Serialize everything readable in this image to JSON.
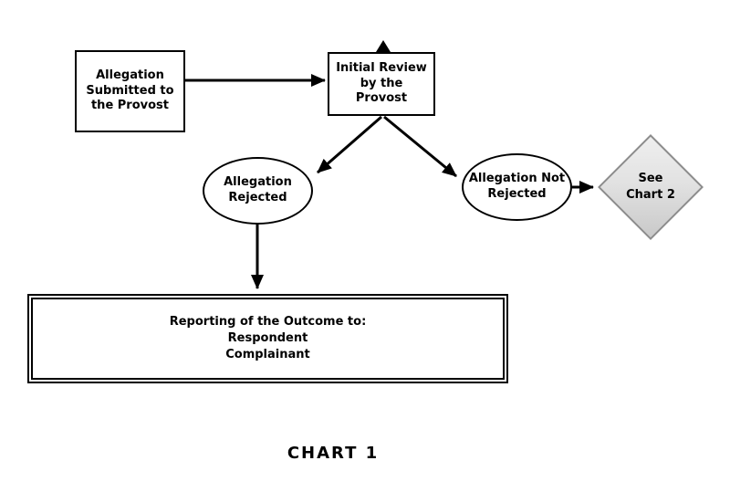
{
  "diagram": {
    "caption": "CHART 1",
    "colors": {
      "background": "#ffffff",
      "line": "#000000",
      "text": "#000000",
      "node_fill": "#ffffff",
      "node_border": "#000000",
      "diamond_border": "#8c8c8c",
      "diamond_fill_top": "#efefef",
      "diamond_fill_bottom": "#c9c9c9"
    },
    "nodes": {
      "allegation_submitted": {
        "shape": "rectangle",
        "label": "Allegation\nSubmitted to\nthe Provost"
      },
      "initial_review": {
        "shape": "rectangle",
        "label": "Initial Review\nby the\nProvost"
      },
      "allegation_rejected": {
        "shape": "ellipse",
        "label": "Allegation\nRejected"
      },
      "allegation_not_rejected": {
        "shape": "ellipse",
        "label": "Allegation Not\nRejected"
      },
      "see_chart_2": {
        "shape": "diamond",
        "label": "See\nChart 2"
      },
      "reporting_outcome": {
        "shape": "double-rectangle",
        "label": "Reporting of the Outcome to:\nRespondent\nComplainant"
      }
    }
  }
}
